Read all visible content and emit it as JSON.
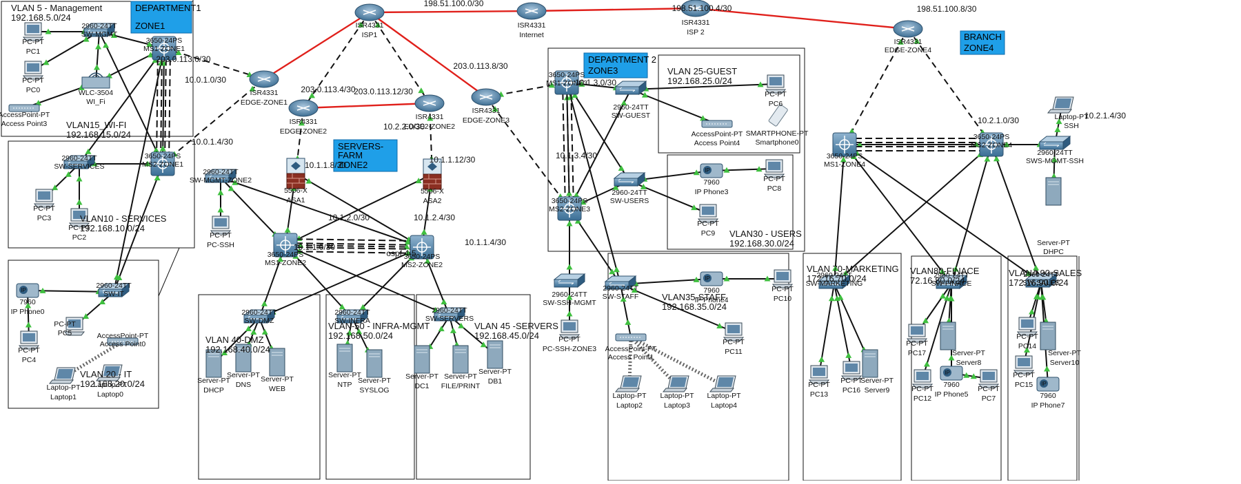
{
  "zones": {
    "dept1": {
      "line1": "DEPARTMENT1",
      "line2": "ZONE1"
    },
    "servers": {
      "line1": "SERVERS-",
      "line2": "FARM",
      "line3": "ZONE2"
    },
    "dept2": {
      "line1": "DEPARTMENT 2",
      "line2": "ZONE3"
    },
    "branch": {
      "line1": "BRANCH",
      "line2": "ZONE4"
    }
  },
  "vlans": {
    "mgmt": {
      "name": "VLAN 5 - Management",
      "net": "192.168.5.0/24"
    },
    "wifi": {
      "name": "VLAN15_WI-FI",
      "net": "192.168.15.0/24"
    },
    "services": {
      "name": "VLAN10 - SERVICES",
      "net": "192.168.10.0/24"
    },
    "it": {
      "name": "VLAN 20 - IT",
      "net": "192.168.20.0/24"
    },
    "dmz": {
      "name": "VLAN 40-DMZ",
      "net": "192.168.40.0/24"
    },
    "infra": {
      "name": "VLAN-50 - INFRA-MGMT",
      "net": "192.168.50.0/24"
    },
    "servers": {
      "name": "VLAN 45 -SERVERS",
      "net": "192.168.45.0/24"
    },
    "guest": {
      "name": "VLAN 25-GUEST",
      "net": "192.168.25.0/24"
    },
    "users": {
      "name": "VLAN30 - USERS",
      "net": "192.168.30.0/24"
    },
    "staff": {
      "name": "VLAN35-STAFF",
      "net": "192.168.35.0/24"
    },
    "marketing": {
      "name": "VLAN 70-MARKETING",
      "net": "172.16.70.0/24"
    },
    "finance": {
      "name": "VLAN80-FINACE",
      "net": "72.16.80.0/24"
    },
    "sales": {
      "name": "VLANA 90-SALES",
      "net": "172.16.90.0/24"
    }
  },
  "links": {
    "isp1_inet": "198.51.100.0/30",
    "inet_isp2": "198.51.100.4/30",
    "isp2_edge4": "198.51.100.8/30",
    "isp1_edge1": "203.0.113.0/30",
    "isp1_edge2": "203.0.113.4/30",
    "isp1_edgez2": "203.0.113.12/30",
    "isp1_edge3": "203.0.113.8/30",
    "ms_edge1": "10.0.1.0/30",
    "ms2_edge1": "10.0.1.4/30",
    "edge2_edgez2": "10.2.2.0/30",
    "edge2_asa1": "10.1.1.8/30",
    "edgez2_asa2": "10.1.1.12/30",
    "asa1_ms2": "10.1.2.0/30",
    "asa2_ms1": "10.1.2.4/30",
    "asa1_ms1": "10.1.1.0/30",
    "asa2_ms2": "10.1.1.4/30",
    "ospf": "ospf 4-5",
    "edge3_ms1z3": "10.1.3.0/30",
    "edge3_ms2z3": "10.1.3.4/30",
    "edge4_ms1": "10.2.1.0/30",
    "edge4_ms2": "10.2.1.4/30"
  },
  "devices": {
    "isp1": {
      "model": "ISR4331",
      "name": "ISP1"
    },
    "internet": {
      "model": "ISR4331",
      "name": "Internet"
    },
    "isp2": {
      "model": "ISR4331",
      "name": "ISP 2"
    },
    "edge4": {
      "model": "ISR4331",
      "name": "EDGE-ZONE4"
    },
    "edge1": {
      "model": "ISR4331",
      "name": "EDGE-ZONE1"
    },
    "edge2": {
      "model": "ISR4331",
      "name": "EDGE-ZONE2"
    },
    "edgez2": {
      "model": "ISR4331",
      "name": "EDGE2-ZONE2"
    },
    "edge3": {
      "model": "ISR4331",
      "name": "EDGE-ZONE3"
    },
    "asa1": {
      "model": "5506-X",
      "name": "ASA1"
    },
    "asa2": {
      "model": "5506-X",
      "name": "ASA2"
    },
    "swmgmt": {
      "model": "2960-24TT",
      "name": "SW-MGMT"
    },
    "ms1z1": {
      "model": "3650-24PS",
      "name": "MS1-ZONE1"
    },
    "ms2z1": {
      "model": "3650-24PS",
      "name": "MS2-ZONE1"
    },
    "swservices": {
      "model": "2960-24TT",
      "name": "SW-SERVICES"
    },
    "swit": {
      "model": "2960-24TT",
      "name": "SW-IT"
    },
    "wlc": {
      "model": "WLC-3504",
      "name": "WI_Fi"
    },
    "ap3": {
      "model": "AccessPoint-PT",
      "name": "Access Point3"
    },
    "ap0": {
      "model": "AccessPoint-PT",
      "name": "Access Point0"
    },
    "pc1": {
      "model": "PC-PT",
      "name": "PC1"
    },
    "pc0": {
      "model": "PC-PT",
      "name": "PC0"
    },
    "pc3": {
      "model": "PC-PT",
      "name": "PC3"
    },
    "pc2": {
      "model": "PC-PT",
      "name": "PC2"
    },
    "pc4": {
      "model": "PC-PT",
      "name": "PC4"
    },
    "pc5": {
      "model": "PC-PT",
      "name": "PC5"
    },
    "phone0": {
      "model": "7960",
      "name": "IP Phone0"
    },
    "laptop1": {
      "model": "Laptop-PT",
      "name": "Laptop1"
    },
    "laptop0": {
      "model": "Laptop-PT",
      "name": "Laptop0"
    },
    "swmgmtz2": {
      "model": "2960-24TT",
      "name": "SW-MGMT-ZONE2"
    },
    "pcssh": {
      "model": "PC-PT",
      "name": "PC-SSH"
    },
    "ms1z2": {
      "model": "3650-24PS",
      "name": "MS1-ZONE2"
    },
    "ms2z2": {
      "model": "3650-24PS",
      "name": "MS2-ZONE2"
    },
    "swdmz": {
      "model": "2960-24TT",
      "name": "SW-DMZ"
    },
    "swinfra": {
      "model": "2960-24TT",
      "name": "SW-INFRA"
    },
    "swservers": {
      "model": "2960-24TT",
      "name": "SW-SERVERS"
    },
    "dhcp": {
      "model": "Server-PT",
      "name": "DHCP"
    },
    "dns": {
      "model": "Server-PT",
      "name": "DNS"
    },
    "web": {
      "model": "Server-PT",
      "name": "WEB"
    },
    "ntp": {
      "model": "Server-PT",
      "name": "NTP"
    },
    "syslog": {
      "model": "Server-PT",
      "name": "SYSLOG"
    },
    "dc1": {
      "model": "Server-PT",
      "name": "DC1"
    },
    "fileprint": {
      "model": "Server-PT",
      "name": "FILE/PRINT"
    },
    "db1": {
      "model": "Server-PT",
      "name": "DB1"
    },
    "ms1z3": {
      "model": "3650-24PS",
      "name": "MS1-ZONE3"
    },
    "ms2z3": {
      "model": "3650-24PS",
      "name": "MS2-ZONE3"
    },
    "swguest": {
      "model": "2960-24TT",
      "name": "SW-GUEST"
    },
    "pc6": {
      "model": "PC-PT",
      "name": "PC6"
    },
    "ap4": {
      "model": "AccessPoint-PT",
      "name": "Access Point4"
    },
    "smart0": {
      "model": "SMARTPHONE-PT",
      "name": "Smartphone0"
    },
    "swusers": {
      "model": "2960-24TT",
      "name": "SW-USERS"
    },
    "phone3": {
      "model": "7960",
      "name": "IP Phone3"
    },
    "pc8": {
      "model": "PC-PT",
      "name": "PC8"
    },
    "pc9": {
      "model": "PC-PT",
      "name": "PC9"
    },
    "swsshmgmt": {
      "model": "2960-24TT",
      "name": "SW-SSH-MGMT"
    },
    "pcsshz3": {
      "model": "PC-PT",
      "name": "PC-SSH-ZONE3"
    },
    "swstaff": {
      "model": "2960-24TT",
      "name": "SW-STAFF"
    },
    "phone4": {
      "model": "7960",
      "name": "IP Phone4"
    },
    "pc10": {
      "model": "PC-PT",
      "name": "PC10"
    },
    "ap1": {
      "model": "AccessPoint-PT",
      "name": "Access Point1"
    },
    "pc11": {
      "model": "PC-PT",
      "name": "PC11"
    },
    "laptop2": {
      "model": "Laptop-PT",
      "name": "Laptop2"
    },
    "laptop3": {
      "model": "Laptop-PT",
      "name": "Laptop3"
    },
    "laptop4": {
      "model": "Laptop-PT",
      "name": "Laptop4"
    },
    "ms1z4": {
      "model": "3650-24PS",
      "name": "MS1-ZONE4"
    },
    "ms2z4": {
      "model": "3650-24PS",
      "name": "MS2-ZONE4"
    },
    "laptopssh": {
      "model": "Laptop-PT",
      "name": "SSH"
    },
    "swsshz4": {
      "model": "2960-24TT",
      "name": "SWS-MGMT-SSH"
    },
    "dhpc": {
      "model": "Server-PT",
      "name": "DHPC"
    },
    "swmarketing": {
      "model": "2960-24TT",
      "name": "SW-MARKETING"
    },
    "swfinace": {
      "model": "2960-24TT",
      "name": "SW-FINACE"
    },
    "swsales": {
      "model": "2960-24TT",
      "name": "SW-SALES"
    },
    "pc13": {
      "model": "PC-PT",
      "name": "PC13"
    },
    "pc16": {
      "model": "PC-PT",
      "name": "PC16"
    },
    "server9": {
      "model": "Server-PT",
      "name": "Server9"
    },
    "pc17": {
      "model": "PC-PT",
      "name": "PC17"
    },
    "server8": {
      "model": "Server-PT",
      "name": "Server8"
    },
    "pc12": {
      "model": "PC-PT",
      "name": "PC12"
    },
    "phone5": {
      "model": "7960",
      "name": "IP Phone5"
    },
    "pc7": {
      "model": "PC-PT",
      "name": "PC7"
    },
    "pc14": {
      "model": "PC-PT",
      "name": "PC14"
    },
    "server10": {
      "model": "Server-PT",
      "name": "Server10"
    },
    "pc15": {
      "model": "PC-PT",
      "name": "PC15"
    },
    "phone7": {
      "model": "7960",
      "name": "IP Phone7"
    }
  }
}
